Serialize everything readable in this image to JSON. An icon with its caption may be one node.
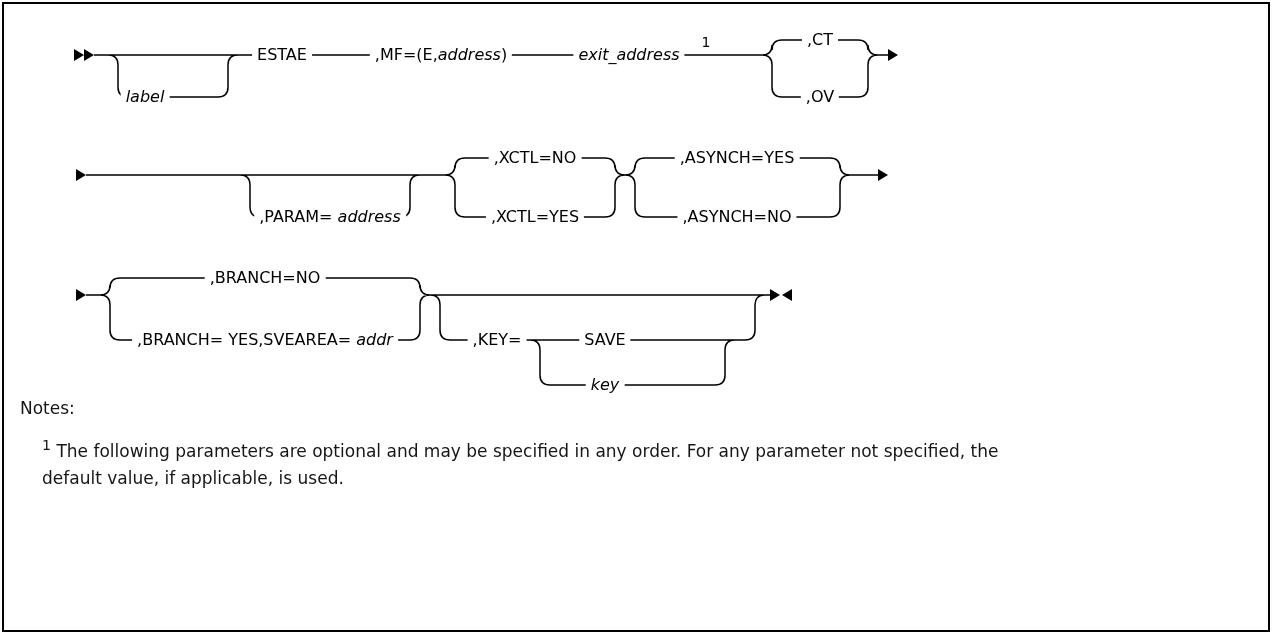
{
  "diagram": {
    "labels": [
      "label",
      "ESTAE",
      ",MF=(E,*address*)",
      "exit_address",
      "1",
      ",CT",
      ",OV",
      ",PARAM= *address*",
      ",XCTL=NO",
      ",XCTL=YES",
      ",ASYNCH=YES",
      ",ASYNCH=NO",
      ",BRANCH=NO",
      ",BRANCH= YES,SVEAREA= *addr*",
      ",KEY=",
      "SAVE",
      "key",
      "Notes:",
      "$^{1}$ The following parameters are optional and may be specified in any order. For any parameter not specified, the default value, if applicable, is used."
    ]
  }
}
